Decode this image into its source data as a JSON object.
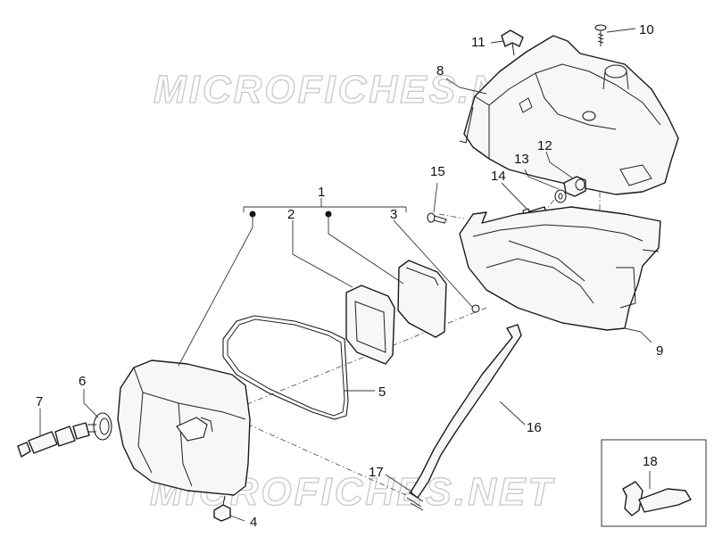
{
  "watermark": {
    "top_text": "MICROFICHES.NET",
    "bottom_text": "MICROFICHES.NET"
  },
  "callouts": [
    "1",
    "2",
    "3",
    "4",
    "5",
    "6",
    "7",
    "8",
    "9",
    "10",
    "11",
    "12",
    "13",
    "14",
    "15",
    "16",
    "17",
    "18"
  ]
}
